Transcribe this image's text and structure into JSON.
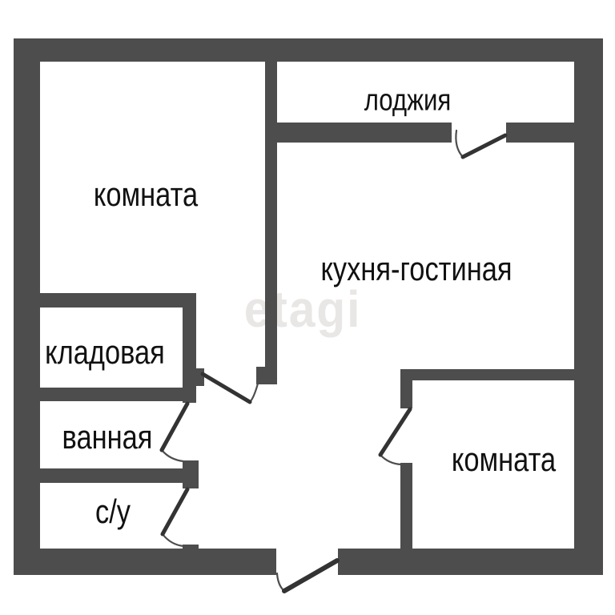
{
  "plan": {
    "watermark": "etagi",
    "rooms": [
      {
        "id": "room-top-left",
        "label": "комната"
      },
      {
        "id": "loggia",
        "label": "лоджия"
      },
      {
        "id": "kitchen-living",
        "label": "кухня-гостиная"
      },
      {
        "id": "storage",
        "label": "кладовая"
      },
      {
        "id": "bathroom",
        "label": "ванная"
      },
      {
        "id": "wc",
        "label": "с/у"
      },
      {
        "id": "room-bottom-right",
        "label": "комната"
      }
    ],
    "colors": {
      "wall": "#4d4d4d",
      "door_leaf": "#333333",
      "text": "#111111",
      "watermark": "#e9e7e5",
      "background": "#ffffff"
    }
  }
}
